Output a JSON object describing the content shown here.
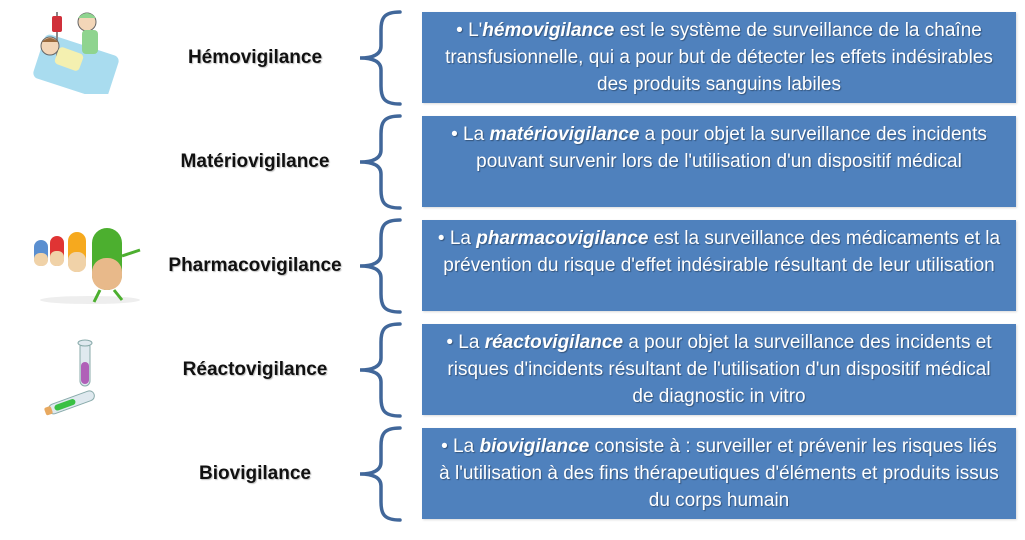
{
  "colors": {
    "box_fill": "#4f81bd",
    "box_text": "#ffffff",
    "brace": "#41679a",
    "label_text": "#111111"
  },
  "items": [
    {
      "label": "Hémovigilance",
      "illustration": "patient-transfusion-illustration",
      "bullet": "•",
      "prefix": "L'",
      "term": "hémovigilance",
      "definition": " est le système de surveillance de la chaîne transfusionnelle, qui a pour but de détecter les effets indésirables des produits sanguins labiles"
    },
    {
      "label": "Matériovigilance",
      "illustration": null,
      "bullet": "•",
      "prefix": "La ",
      "term": "matériovigilance",
      "definition": " a pour objet la surveillance des incidents pouvant survenir lors de l'utilisation d'un dispositif médical"
    },
    {
      "label": "Pharmacovigilance",
      "illustration": "walking-pills-illustration",
      "bullet": "•",
      "prefix": "La ",
      "term": "pharmacovigilance",
      "definition": " est la surveillance des médicaments et la prévention du risque d'effet indésirable résultant de leur utilisation"
    },
    {
      "label": "Réactovigilance",
      "illustration": "test-tubes-illustration",
      "bullet": "•",
      "prefix": "La ",
      "term": "réactovigilance",
      "definition": " a pour objet la surveillance des incidents et risques d'incidents résultant de l'utilisation d'un dispositif médical de diagnostic in vitro"
    },
    {
      "label": "Biovigilance",
      "illustration": null,
      "bullet": "•",
      "prefix": "La ",
      "term": "biovigilance",
      "definition": " consiste à : surveiller et prévenir les risques liés à l'utilisation à des fins thérapeutiques d'éléments et produits issus du corps humain"
    }
  ]
}
